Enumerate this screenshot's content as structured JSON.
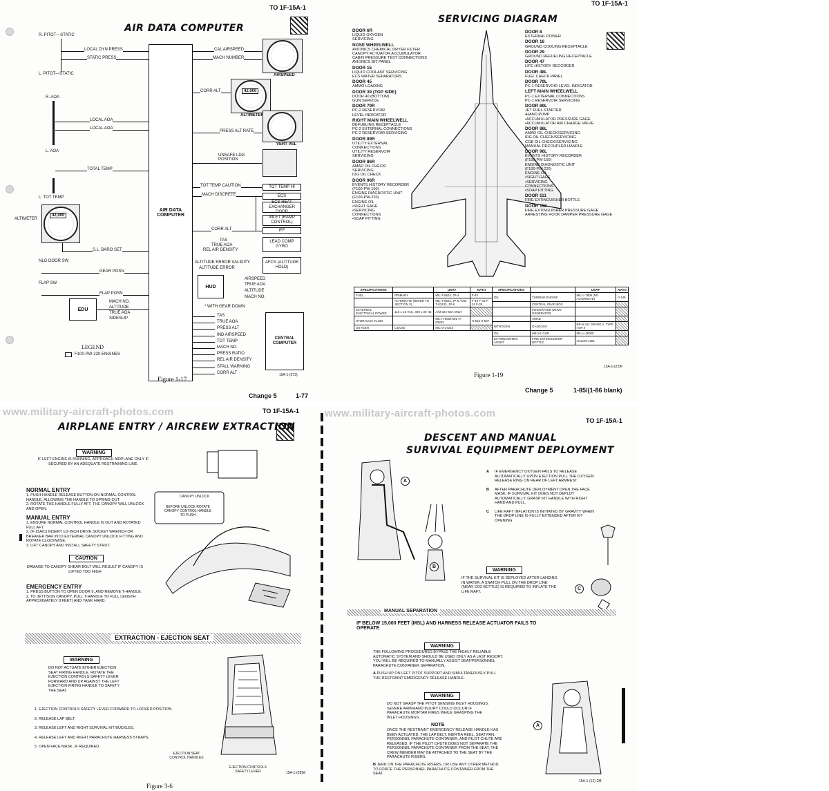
{
  "p1": {
    "to_number": "TO 1F-15A-1",
    "title": "AIR DATA COMPUTER",
    "inputs": {
      "r_pitot": "R. PITOT—STATIC",
      "l_pitot": "L. PITOT—STATIC",
      "r_aoa": "R. AOA",
      "l_aoa": "L. AOA",
      "l_tot_temp": "L. TOT TEMP",
      "local_dyn_press": "LOCAL DYN PRESS",
      "static_press": "STATIC PRESS",
      "local_aoa_1": "LOCAL AOA",
      "local_aoa_2": "LOCAL AOA",
      "total_temp": "TOTAL TEMP",
      "altimeter": "ALTIMETER",
      "sl_baro_set": "S.L. BARO SET",
      "nlg_door_sw": "NLG DOOR SW",
      "gear_posn": "GEAR POSN",
      "flap_sw": "FLAP SW",
      "flap_posn": "FLAP POSN",
      "edu": "EDU",
      "edu_lines": [
        "MACH NO.",
        "ALTITUDE",
        "TRUE AOA",
        "SIDESLIP"
      ]
    },
    "computer": "AIR DATA COMPUTER",
    "outputs": {
      "cal_airspeed": "CAL AIRSPEED",
      "mach_number": "MACH NUMBER",
      "airspeed": "AIRSPEED",
      "corr_alt": "CORR ALT",
      "altimeter": "ALTIMETER",
      "press_alt_rate": "PRESS ALT RATE",
      "vert_vel": "VERT VEL",
      "unsafe_ldg": "UNSAFE LDG POSITION",
      "tot_temp_caution": "TOT TEMP CAUTION",
      "mach_discrete": "MACH DISCRETE",
      "corr_alt_2": "CORR ALT",
      "tas": "TAS",
      "true_aoa": "TRUE AOA",
      "rel_air_density": "REL AIR DENSITY",
      "alt_error_validity": "ALTITUDE ERROR VALIDITY",
      "alt_error": "ALTITUDE ERROR"
    },
    "boxes": {
      "tot_temp_hi": "TOT TEMP HI",
      "ecs": "ECS",
      "ecs_heat": "ECS HEAT EXCHANGER DOOR",
      "inlet": "INLET (RAMP CONTROL)",
      "iff": "IFF",
      "lead_comp": "LEAD COMP GYRO",
      "afcs": "AFCS (ALTITUDE HOLD)"
    },
    "hud": "HUD",
    "hud_lines": [
      "AIRSPEED",
      "TRUE AOA",
      "ALTITUDE",
      "MACH NO."
    ],
    "with_gear_down": "* WITH GEAR DOWN",
    "central": "CENTRAL COMPUTER",
    "central_lines": [
      "TAS",
      "TRUE AOA",
      "PRESS ALT",
      "IND AIRSPEED",
      "TOT TEMP",
      "MACH NO.",
      "PRESS RATIO",
      "REL AIR DENSITY",
      "STALL WARNING",
      "CORR ALT"
    ],
    "altimeter_readout": "42,000",
    "legend_title": "LEGEND",
    "legend_item": "F100-PW-220 ENGINES",
    "figure": "Figure 1-17",
    "change": "Change 5",
    "page_no": "1-77",
    "fig_code": "15A-1-(273)"
  },
  "p2": {
    "to_number": "TO 1F-15A-1",
    "title": "SERVICING DIAGRAM",
    "left_doors": [
      {
        "t": "DOOR 6R",
        "d": [
          "LIQUID OXYGEN",
          "SERVICING"
        ]
      },
      {
        "t": "NOSE WHEELWELL",
        "d": [
          "AVIONICS CHEMICAL DRYER FILTER",
          "CANOPY ACTUATOR ACCUMULATOR",
          "CABIN PRESSURE TEST CONNECTIONS",
          "AVIONICS BIT PANEL"
        ]
      },
      {
        "t": "DOOR 15",
        "d": [
          "LIQUID COOLANT SERVICING",
          "ECS WATER SEPARATORS"
        ]
      },
      {
        "t": "DOOR 45",
        "d": [
          "AMMO LOADING"
        ]
      },
      {
        "t": "DOOR 39 (TOP SIDE)",
        "d": [
          "DOOR 40 (BOTTOM)",
          "GUN SERVICE"
        ]
      },
      {
        "t": "DOOR 79R",
        "d": [
          "PC-2 RESERVOIR",
          "LEVEL INDICATOR"
        ]
      },
      {
        "t": "RIGHT MAIN WHEELWELL",
        "d": [
          "DEFUELING RECEPTACLE",
          "PC-2 EXTERNAL CONNECTIONS",
          "PC-2 RESERVOIR SERVICING"
        ]
      },
      {
        "t": "DOOR 89R",
        "d": [
          "UTILITY EXTERNAL",
          "CONNECTIONS",
          "UTILITY RESERVOIR",
          "SERVICING"
        ]
      },
      {
        "t": "DOOR 86R",
        "d": [
          "AMAD OIL CHECK/",
          "SERVICING",
          "IDG OIL CHECK"
        ]
      },
      {
        "t": "DOOR 96R",
        "d": [
          "EVENTS HISTORY RECORDER",
          "(F100-PW-100)",
          "ENGINE DIAGNOSTIC UNIT",
          "(F100-PW-220)",
          "ENGINE OIL",
          "•SIGHT GAGE",
          "•SERVICING",
          "CONNECTIONS",
          "•SOAP FITTING"
        ]
      }
    ],
    "right_doors": [
      {
        "t": "DOOR 8",
        "d": [
          "EXTERNAL POWER"
        ]
      },
      {
        "t": "DOOR 16",
        "d": [
          "GROUND COOLING RECEPTACLE"
        ]
      },
      {
        "t": "DOOR 29",
        "d": [
          "GROUND REFUELING RECEPTACLE"
        ]
      },
      {
        "t": "DOOR 47",
        "d": [
          "LIFE HISTORY RECORDER"
        ]
      },
      {
        "t": "DOOR 48L",
        "d": [
          "FUEL CHECK PANEL"
        ]
      },
      {
        "t": "DOOR 79L",
        "d": [
          "PC-1 RESERVOIR LEVEL INDICATOR"
        ]
      },
      {
        "t": "LEFT MAIN WHEELWELL",
        "d": [
          "PC-1 EXTERNAL CONNECTIONS",
          "PC-1 RESERVOIR SERVICING"
        ]
      },
      {
        "t": "DOOR 89L",
        "d": [
          "JET FUEL STARTER",
          "•HAND PUMP",
          "•ACCUMULATOR PRESSURE GAGE",
          "•ACCUMULATOR AIR CHARGE VALVE"
        ]
      },
      {
        "t": "DOOR 86L",
        "d": [
          "AMAD OIL CHECK/SERVICING",
          "IDG OIL CHECK/SERVICING",
          "CGB OIL CHECK/SERVICING",
          "MANUAL DECOUPLER HANDLE"
        ]
      },
      {
        "t": "DOOR 96L",
        "d": [
          "EVENTS HISTORY RECORDER",
          "(F100-PW-100)",
          "ENGINE DIAGNOSTIC UNIT",
          "(F100-PW-220)",
          "ENGINE OIL",
          "•SIGHT GAGE",
          "•SERVICING",
          "CONNECTIONS",
          "•SOAP FITTING"
        ]
      },
      {
        "t": "DOOR 111",
        "d": [
          "FIRE EXTINGUISHER BOTTLE"
        ]
      },
      {
        "t": "DOOR 112",
        "d": [
          "FIRE EXTINGUISHER PRESSURE GAGE",
          "ARRESTING HOOK DAMPER PRESSURE GAGE"
        ]
      }
    ],
    "table_left": {
      "headers": [
        "SPECIFICATIONS",
        "",
        "USAF",
        "NATO"
      ],
      "rows": [
        [
          "FUEL",
          "PRIMARY",
          "MIL-T-5624, JP-4",
          "F-40"
        ],
        [
          "",
          "ALTERNATE (REFER TO SECTION V)",
          "MIL-T-5624, JP-5 / MIL-T-83133, JP-8",
          "F-43 F-44 F-34 F-35"
        ],
        [
          "EXTERNAL ELECTRICAL POWER",
          "115 ± 15 VAC, 400 ± 30 Hz",
          "A/M 32A-60A ONLY",
          ""
        ],
        [
          "HYDRAULIC FLUID",
          "",
          "MIL-H-5606 MIL-H-83282",
          "H-515 H-537"
        ],
        [
          "OXYGEN",
          "LIQUID",
          "MIL-O-27210",
          ""
        ]
      ]
    },
    "table_right": {
      "headers": [
        "SPECIFICATIONS",
        "",
        "USAF",
        "NATO"
      ],
      "rows": [
        [
          "OIL",
          "TURBINE ENGINE",
          "MIL-L-7808 (NO ALTERNATE)",
          "0-148"
        ],
        [
          "",
          "CENTRAL GEAR BOX",
          "",
          ""
        ],
        [
          "",
          "INTEGRATED DRIVE GENERATOR",
          "",
          ""
        ],
        [
          "",
          "AMAD",
          "",
          ""
        ],
        [
          "NITROGEN",
          "GASEOUS",
          "BB-N-411 GRADE A, TYPE I OR II",
          ""
        ],
        [
          "OIL",
          "M61A1 GUN",
          "MIL-L-46000",
          ""
        ],
        [
          "EXTINGUISHING AGENT",
          "FIRE EXTINGUISHER BOTTLE",
          "HALON-1301",
          ""
        ]
      ]
    },
    "figure": "Figure 1-19",
    "change": "Change 5",
    "page_no": "1-85/(1-86 blank)",
    "fig_code": "15A-1-(22)P"
  },
  "p3": {
    "watermark": "www.military-aircraft-photos.com",
    "to_number": "TO 1F-15A-1",
    "title": "AIRPLANE ENTRY / AIRCREW EXTRACTION",
    "warning": "WARNING",
    "warning_text": "IF LEFT ENGINE IS RUNNING, APPROACH AIRPLANE ONLY IF SECURED BY AN ADEQUATE RESTRAINING LINE.",
    "normal_entry": "NORMAL ENTRY",
    "normal_steps": [
      "1. PUSH HANDLE RELEASE BUTTON ON NORMAL CONTROL HANDLE, ALLOWING THE HANDLE TO SPRING OUT",
      "2. ROTATE THE HANDLE FULLY AFT. THE CANOPY WILL UNLOCK AND OPEN."
    ],
    "manual_entry": "MANUAL ENTRY",
    "manual_steps": [
      "1. ENSURE NORMAL CONTROL HANDLE IS OUT AND ROTATED FULL AFT.",
      "2. (F-15A/C) INSERT 1/2-INCH DRIVE SOCKET WRENCH OR BREAKER BAR INTO EXTERNAL CANOPY UNLOCK FITTING AND ROTATE CLOCKWISE.",
      "3. LIFT CANOPY AND INSTALL SAFETY STRUT."
    ],
    "caution": "CAUTION",
    "caution_text": "DAMAGE TO CANOPY SHEAR BOLT WILL RESULT IF CANOPY IS LIFTED TOO HIGH",
    "canopy_callout": "CANOPY UNLOCK",
    "canopy_callout_2": "BEFORE UNLOCK ROTATE CANOPY CONTROL HANDLE TO PUSH",
    "emergency_entry": "EMERGENCY ENTRY",
    "emergency_steps": [
      "1. PRESS BUTTON TO OPEN DOOR 9, AND REMOVE T-HANDLE.",
      "2. TO JETTISON CANOPY, PULL T-HANDLE TO FULL LENGTH APPROXIMATELY 8 FEET) AND YANK HARD."
    ],
    "extraction": "EXTRACTION - EJECTION SEAT",
    "warning2": "WARNING",
    "warning2_text": "DO NOT ACTUATE EITHER EJECTION SEAT FIRING HANDLE. ROTATE THE EJECTION CONTROLS SAFETY LEVER FORWARD AND UP AGAINST THE LEFT EJECTION FIRING HANDLE TO SAFETY THE SEAT.",
    "extraction_steps": [
      "1. EJECTION CONTROLS SAFETY LEVER FORWARD TO LOCKED POSITION.",
      "2. RELEASE LAP BELT.",
      "3. RELEASE LEFT AND RIGHT SURVIVAL KIT BUCKLES.",
      "4. RELEASE LEFT AND RIGHT PARACHUTE HARNESS STRAPS.",
      "5. OPEN FACE MASK, IF REQUIRED."
    ],
    "seat_label_1": "EJECTION SEAT CONTROL HANDLES",
    "seat_label_2": "EJECTION CONTROLS SAFETY LEVER",
    "figure": "Figure 3-6",
    "fig_code": "15A-1-(28)M"
  },
  "p4": {
    "watermark": "www.military-aircraft-photos.com",
    "to_number": "TO 1F-15A-1",
    "title_1": "DESCENT AND MANUAL",
    "title_2": "SURVIVAL EQUIPMENT DEPLOYMENT",
    "steps": [
      {
        "k": "A",
        "t": "IF EMERGENCY OXYGEN FAILS TO RELEASE AUTOMATICALLY UPON EJECTION PULL THE OXYGEN RELEASE RING ON REAR OF LEFT ARMREST."
      },
      {
        "k": "B",
        "t": "AFTER PARACHUTE DEPLOYMENT OPEN THE FACE MASK. IF SURVIVAL KIT DOES NOT DEPLOY AUTOMATICALLY, GRASP KIT HANDLE WITH RIGHT HAND AND PULL."
      },
      {
        "k": "C",
        "t": "LIFE RAFT INFLATION IS INITIATED BY GRAVITY WHEN THE DROP LINE IS FULLY EXTENDED AFTER KIT OPENING."
      }
    ],
    "warning": "WARNING",
    "warning_text": "IF THE SURVIVAL KIT IS DEPLOYED AFTER LANDING IN WATER, A SNATCH PULL ON THE DROP LINE (NEAR CO2 BOTTLE) IS REQUIRED TO INFLATE THE LIFE RAFT.",
    "manual_sep": "MANUAL SEPARATION",
    "manual_sep_sub": "IF BELOW 15,000 FEET (MSL) AND HARNESS RELEASE ACTUATOR FAILS TO OPERATE",
    "warning2": "WARNING",
    "warning2_text": "THE FOLLOWING PROCEDURES BYPASS THE HIGHLY RELIABLE AUTOMATIC SYSTEM AND SHOULD BE USED ONLY AS A LAST RESORT. YOU WILL BE REQUIRED TO MANUALLY ASSIST SEAT/PERSONNEL PARACHUTE CONTAINER SEPARATION.",
    "step_a": "PUSH UP ON LEFT PITOT SUPPORT AND SIMULTANEOUSLY PULL THE RESTRAINT EMERGENCY RELEASE HANDLE.",
    "warning3": "WARNING",
    "warning3_text": "DO NOT GRASP THE PITOT SENSING INLET HOUSINGS. SEVERE ARM/HAND INJURY COULD OCCUR IF PARACHUTE MORTAR FIRES WHILE GRASPING THE INLET HOUSINGS.",
    "note": "NOTE",
    "note_text": "ONCE THE RESTRAINT EMERGENCY RELEASE HANDLE HAS BEEN ACTUATED, THE LAP BELT, INERTIA REEL, SEAT PAN, PERSONNEL PARACHUTE CONTAINER, AND PILOT CHUTE ARE RELEASED. IF THE PILOT CHUTE DOES NOT SEPARATE THE PERSONNEL PARACHUTE CONTAINER FROM THE SEAT, THE CREW MEMBER MAY BE ATTACHED TO THE SEAT BY THE PARACHUTE RISERS.",
    "step_b": "JERK ON THE PARACHUTE RISERS, OR USE ANY OTHER METHOD TO FORCE THE PERSONNEL PARACHUTE CONTAINER FROM THE SEAT.",
    "fig_code": "15A-1-(12)-2M",
    "step_a_key": "A",
    "step_b_key": "B",
    "marker_a": "A",
    "marker_b": "B",
    "marker_c": "C",
    "marker_a2": "A"
  }
}
